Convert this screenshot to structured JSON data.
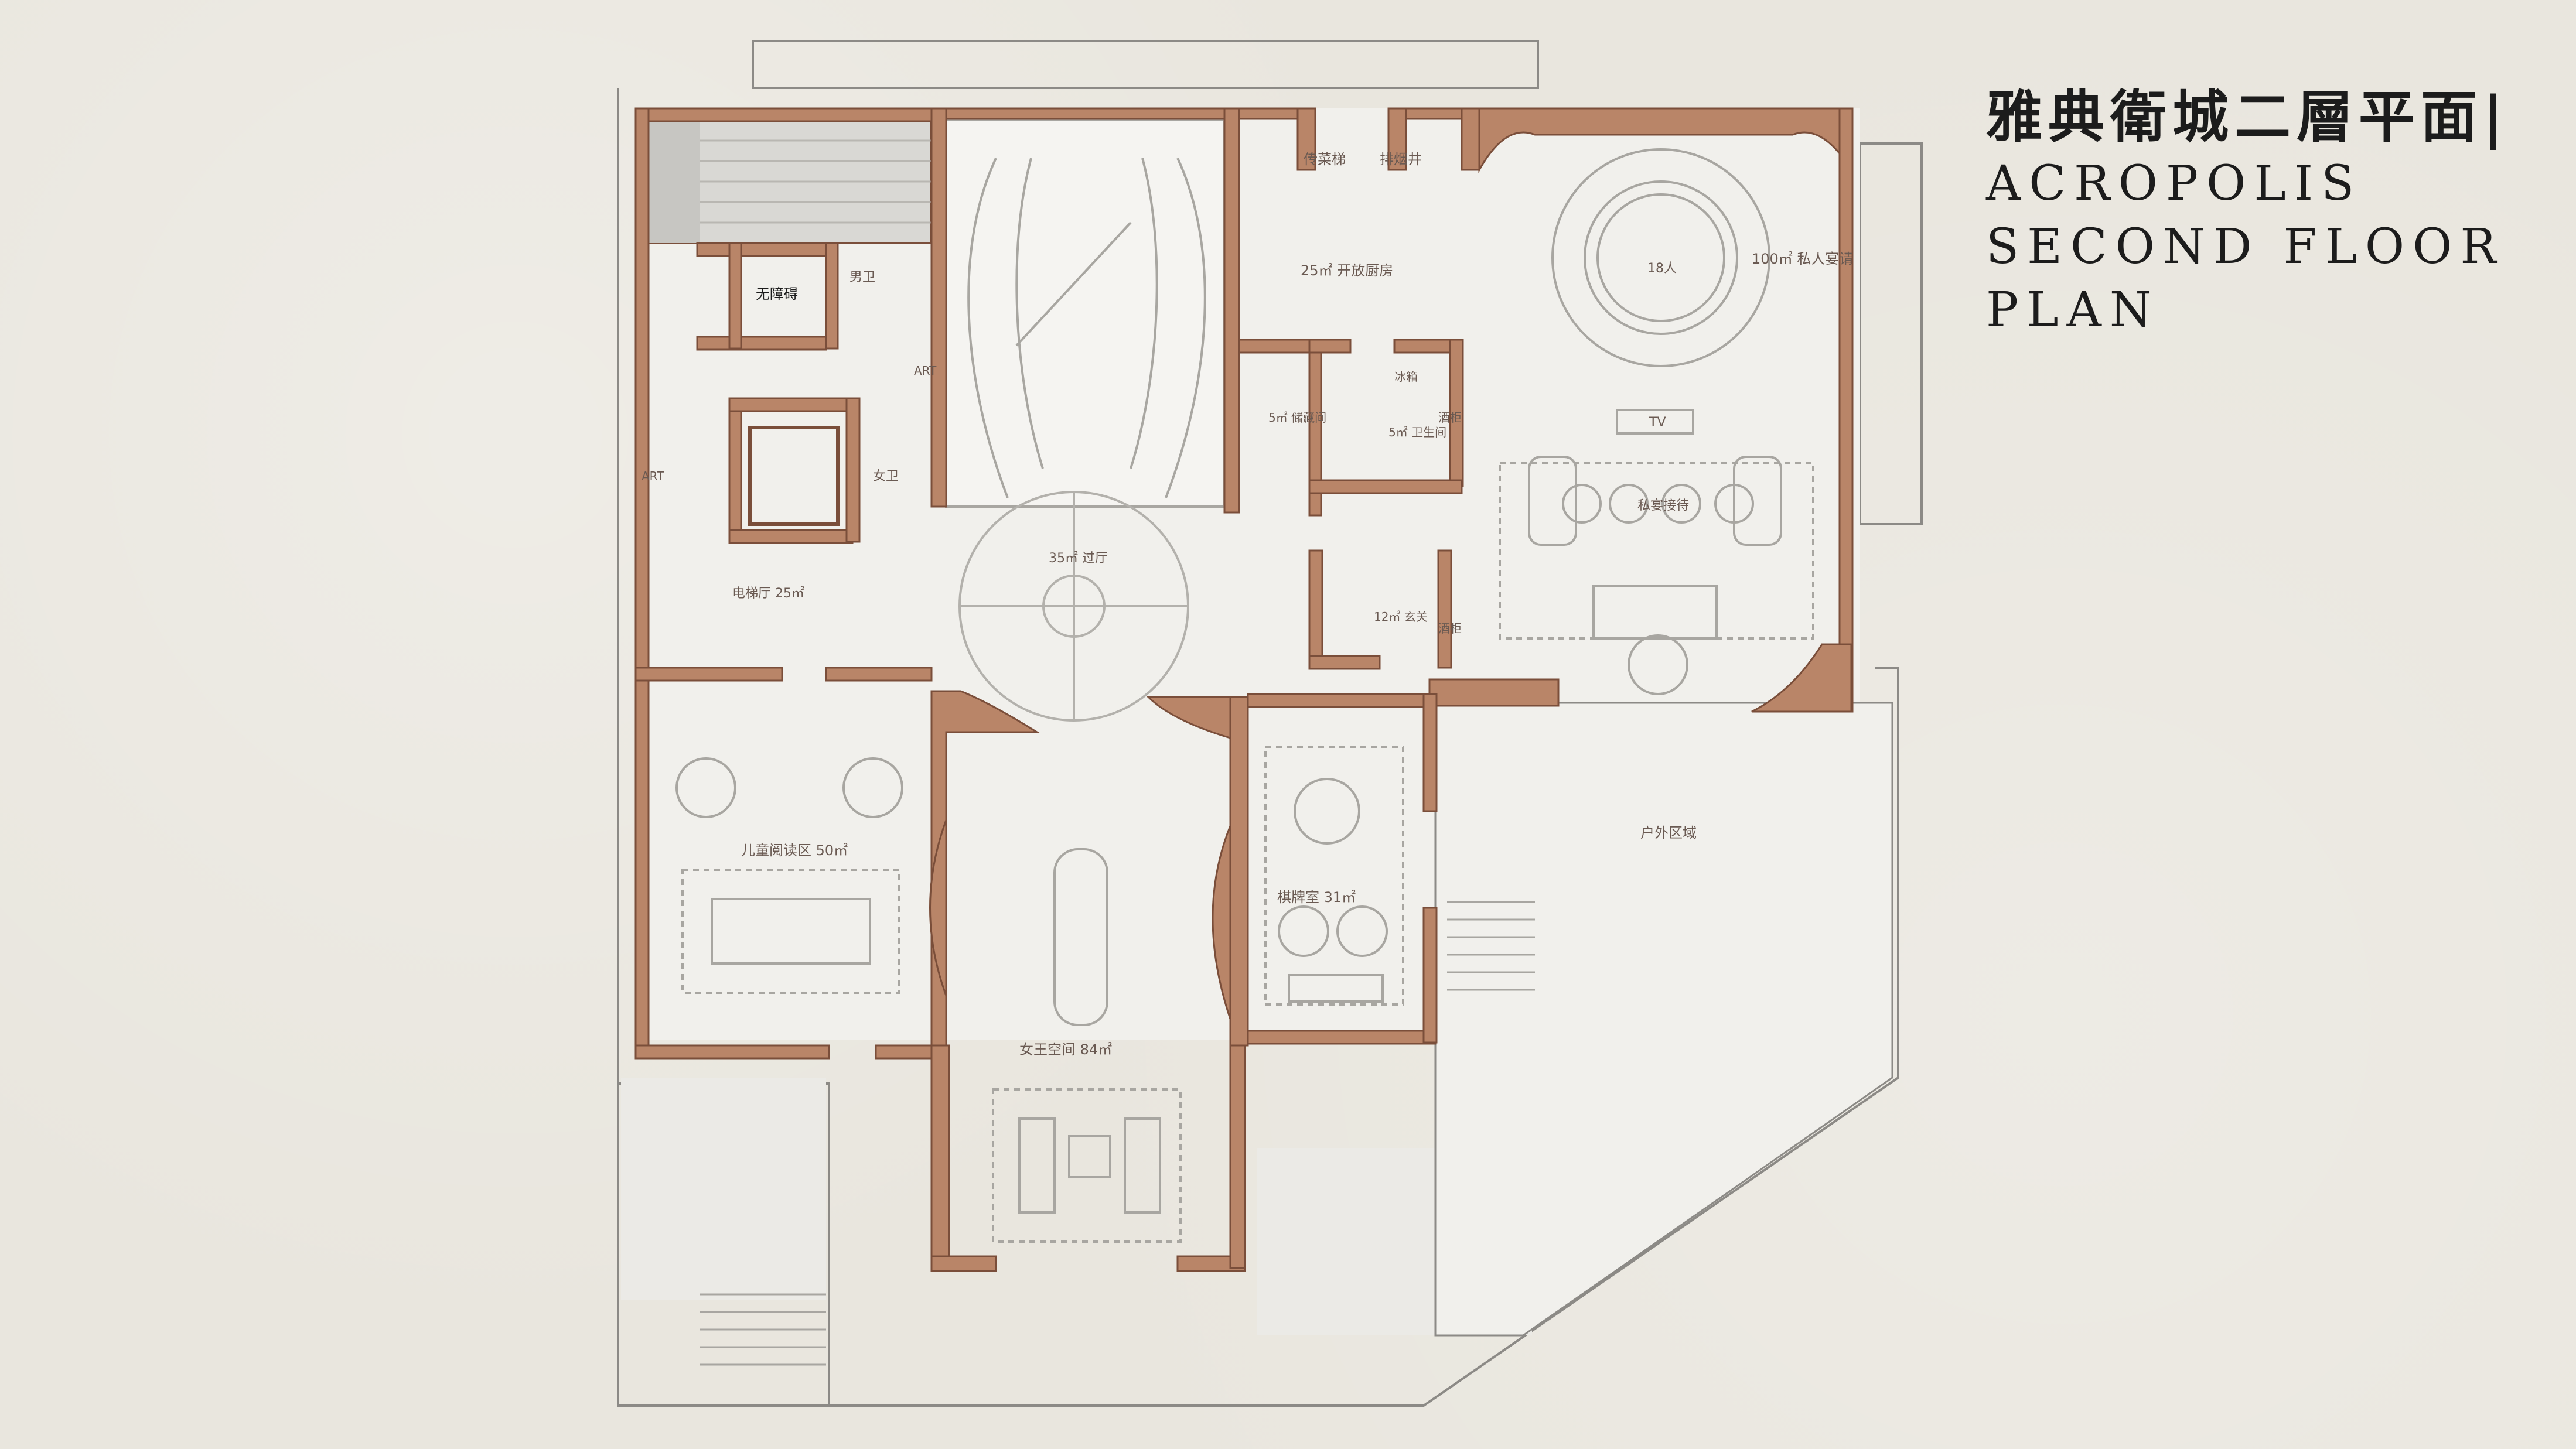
{
  "title": {
    "cn": "雅典衛城二層平面|",
    "en_lines": [
      "ACROPOLIS",
      "SECOND FLOOR",
      "PLAN"
    ]
  },
  "colors": {
    "wall": "#b98568",
    "wall_stroke": "#7a4e3a",
    "floor": "#f1f0ec",
    "line": "#8c8a86",
    "background": "#e9e6de"
  },
  "labels": {
    "freight_elevator": "传菜梯",
    "smoke_shaft": "排烟井",
    "open_kitchen": "25㎡ 开放厨房",
    "private_dining": "100㎡ 私人宴请",
    "eighteen_seats": "18人",
    "tv": "TV",
    "accessible": "无障碍",
    "men": "男卫",
    "women": "女卫",
    "art1": "ART",
    "art2": "ART",
    "storage": "5㎡ 储藏间",
    "fridge": "冰箱",
    "bath": "5㎡ 卫生间",
    "wine1": "酒柜",
    "wine2": "酒柜",
    "private_reception": "私宴接待",
    "hall": "35㎡ 过厅",
    "elevator_lobby": "电梯厅 25㎡",
    "foyer": "12㎡ 玄关",
    "reading": "儿童阅读区 50㎡",
    "ladies": "女王空间 84㎡",
    "card_room": "棋牌室 31㎡",
    "outdoor": "户外区域"
  }
}
